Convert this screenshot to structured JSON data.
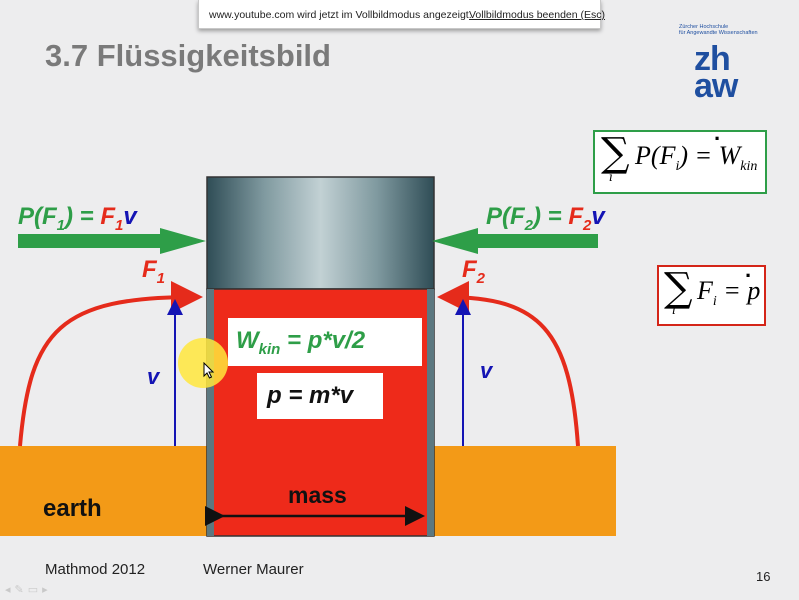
{
  "banner": {
    "message": "www.youtube.com wird jetzt im Vollbildmodus angezeigt.",
    "exit_link": "Vollbildmodus beenden (Esc)"
  },
  "slide": {
    "title": "3.7 Flüssigkeitsbild",
    "logo": {
      "line1": "Zürcher Hochschule",
      "line2": "für Angewandte Wissenschaften",
      "mark_top": "zh",
      "mark_bottom": "aw"
    },
    "equation_power": {
      "sum_index": "i",
      "lhs_func": "P",
      "lhs_arg": "F",
      "lhs_arg_sub": "i",
      "equals": "=",
      "rhs": "W",
      "rhs_sub": "kin",
      "rhs_dot": "·"
    },
    "equation_momentum": {
      "sum_index": "i",
      "lhs": "F",
      "lhs_sub": "i",
      "equals": "=",
      "rhs": "p",
      "rhs_dot": "·"
    },
    "left_power": {
      "p": "P(F",
      "sub1": "1",
      "mid": ") = ",
      "f": "F",
      "sub2": "1",
      "v": "v"
    },
    "right_power": {
      "p": "P(F",
      "sub1": "2",
      "mid": ") = ",
      "f": "F",
      "sub2": "2",
      "v": "v"
    },
    "left_force": {
      "f": "F",
      "sub": "1"
    },
    "right_force": {
      "f": "F",
      "sub": "2"
    },
    "left_velocity": "v",
    "right_velocity": "v",
    "kinetic_energy": {
      "w": "W",
      "sub": "kin",
      "rest": " = p*v/2"
    },
    "momentum": "p = m*v",
    "earth": "earth",
    "mass": "mass",
    "footer_left": "Mathmod  2012",
    "footer_author": "Werner Maurer",
    "page_number": "16"
  },
  "colors": {
    "green": "#2e9e48",
    "red": "#e52b1b",
    "blue": "#1414b4",
    "earth": "#f39a17",
    "logo_blue": "#1f4fa0"
  },
  "icons": [
    "play-icon",
    "pen-icon",
    "menu-icon",
    "forward-icon"
  ]
}
